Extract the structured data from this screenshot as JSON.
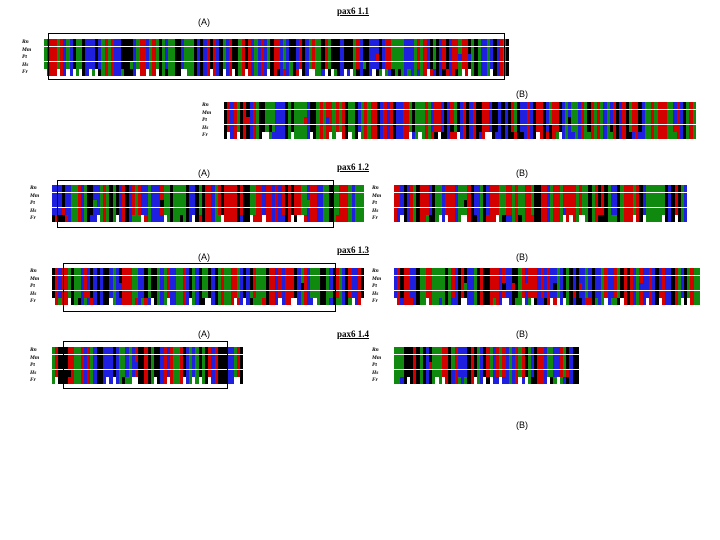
{
  "panel_labels": {
    "a": "(A)",
    "b": "(B)"
  },
  "species": [
    "Rn",
    "Mm",
    "Pt",
    "Hs",
    "Fr"
  ],
  "species_alt": [
    "Rn",
    "Mm",
    "Pt",
    "Hs",
    "Fr"
  ],
  "sections": [
    {
      "title": "pax6 1.1"
    },
    {
      "title": "pax6 1.2"
    },
    {
      "title": "pax6 1.3"
    },
    {
      "title": "pax6 1.4"
    }
  ],
  "colors": {
    "A": "#d40000",
    "C": "#1f1fe0",
    "G": "#000000",
    "T": "#0f8a0f",
    "gap": "#ffffff"
  }
}
